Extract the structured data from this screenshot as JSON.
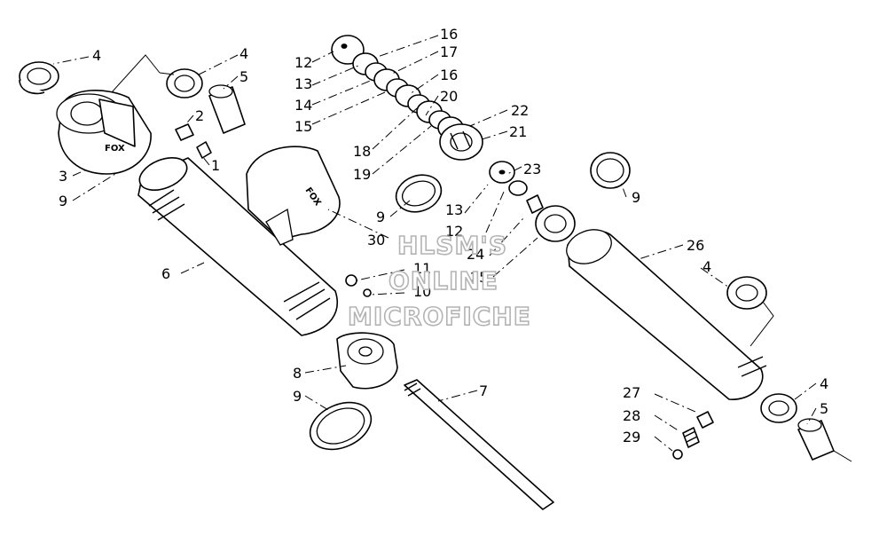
{
  "diagram": {
    "labels": [
      "1",
      "2",
      "3",
      "4",
      "4",
      "4",
      "4",
      "5",
      "5",
      "6",
      "7",
      "8",
      "9",
      "9",
      "9",
      "9",
      "9",
      "10",
      "11",
      "12",
      "12",
      "13",
      "13",
      "14",
      "15",
      "16",
      "16",
      "17",
      "18",
      "19",
      "20",
      "21",
      "22",
      "23",
      "24",
      "25",
      "26",
      "27",
      "28",
      "29",
      "30"
    ],
    "watermark": [
      "HLSM'S",
      "ONLINE",
      "MICROFICHE"
    ],
    "logo_text": "FOX"
  }
}
